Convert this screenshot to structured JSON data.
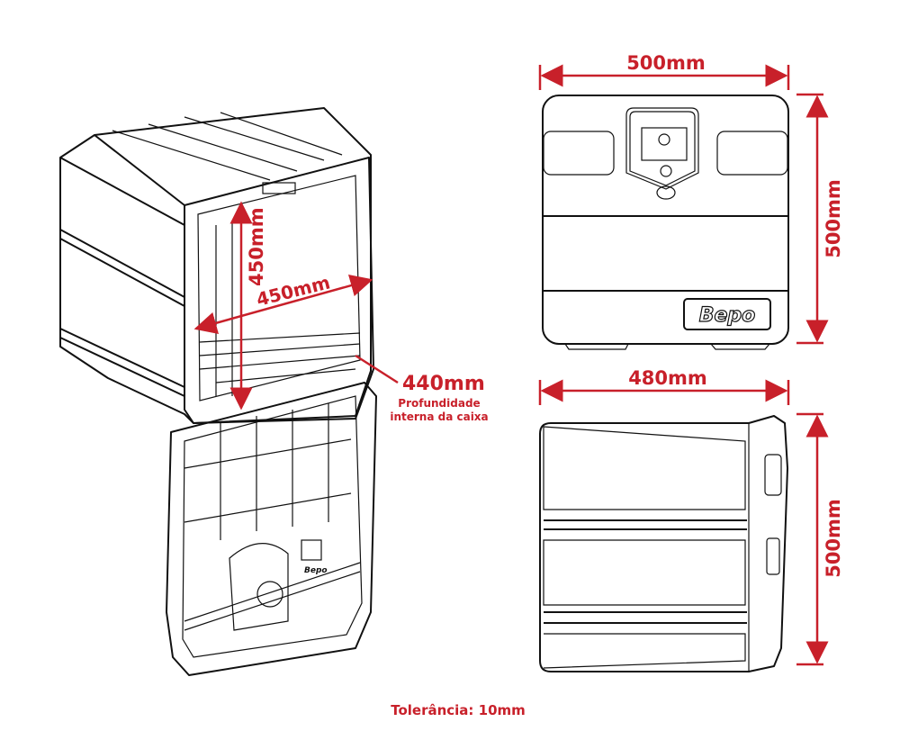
{
  "colors": {
    "dimension": "#c8202a",
    "line": "#111111"
  },
  "iso_view": {
    "height_label": "450mm",
    "width_label": "450mm",
    "depth_label": "440mm",
    "depth_note_line1": "Profundidade",
    "depth_note_line2": "interna da caixa",
    "lid_logo": "Bepo"
  },
  "front_view": {
    "width_label": "500mm",
    "height_label": "500mm",
    "logo": "Bepo"
  },
  "side_view": {
    "width_label": "480mm",
    "height_label": "500mm"
  },
  "footer": {
    "tolerance": "Tolerância: 10mm"
  }
}
